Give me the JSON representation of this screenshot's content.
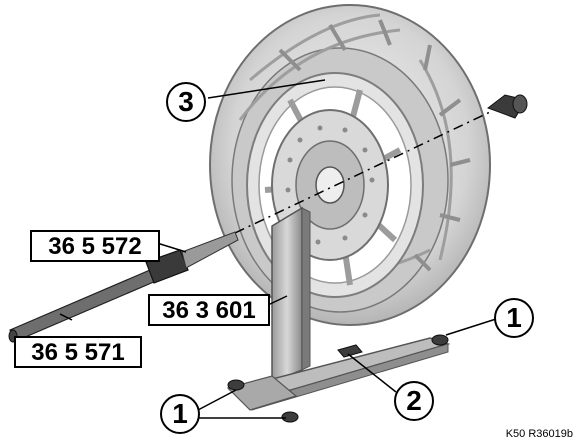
{
  "parts": {
    "tool_upper": "36 5 572",
    "tool_lower": "36 5 571",
    "stand": "36 3 601"
  },
  "callouts": {
    "axle": "3",
    "cone_right": "1",
    "stand_base": "2",
    "feet_left": "1"
  },
  "figure_ref": "K50 R36019b"
}
